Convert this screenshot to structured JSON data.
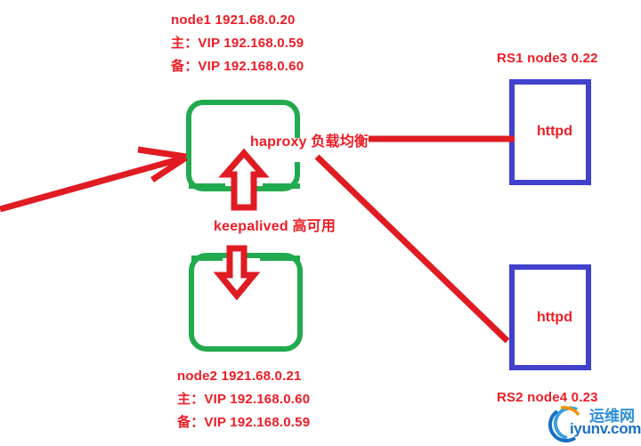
{
  "diagram": {
    "title": "haproxy keepalived load balancing architecture",
    "colors": {
      "red": "#ee1c25",
      "green": "#22aa4f",
      "blue": "#4141cc",
      "background": "#ffffff",
      "watermark_blue": "#2b8fd8",
      "watermark_orange": "#f29400"
    },
    "nodes": {
      "node1": {
        "line1": "node1 1921.68.0.20",
        "line2": "主：VIP 192.168.0.59",
        "line3": "备：VIP 192.168.0.60"
      },
      "node2": {
        "line1": "node2 1921.68.0.21",
        "line2": "主：VIP 192.168.0.60",
        "line3": "备：VIP 192.168.0.59"
      }
    },
    "center_labels": {
      "haproxy": "haproxy 负载均衡",
      "keepalived": "keepalived  高可用"
    },
    "real_servers": [
      {
        "label": "RS1 node3 0.22",
        "service": "httpd"
      },
      {
        "label": "RS2 node4 0.23",
        "service": "httpd"
      }
    ],
    "watermark": {
      "cn": "运维网",
      "url": "iyunv.com"
    }
  }
}
